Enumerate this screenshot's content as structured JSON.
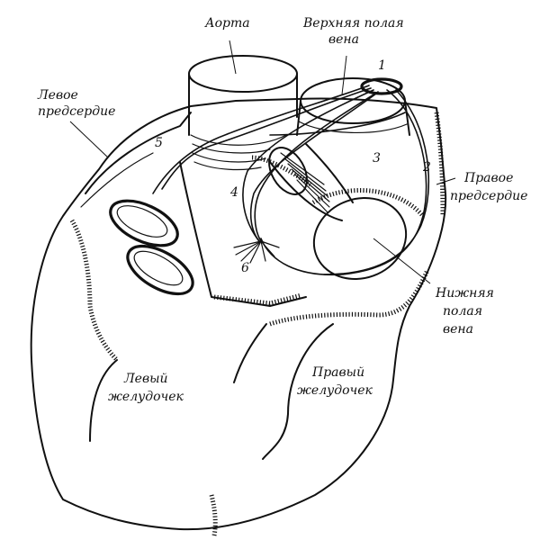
{
  "labels": {
    "aorta": "Аорта",
    "svc_line1": "Верхняя полая",
    "svc_line2": "вена",
    "left_atrium_line1": "Левое",
    "left_atrium_line2": "предсердие",
    "right_atrium_line1": "Правое",
    "right_atrium_line2": "предсердие",
    "ivc_line1": "Нижняя",
    "ivc_line2": "полая",
    "ivc_line3": "вена",
    "left_ventricle_line1": "Левый",
    "left_ventricle_line2": "желудочек",
    "right_ventricle_line1": "Правый",
    "right_ventricle_line2": "желудочек"
  },
  "markers": [
    "1",
    "2",
    "3",
    "4",
    "5",
    "6"
  ]
}
